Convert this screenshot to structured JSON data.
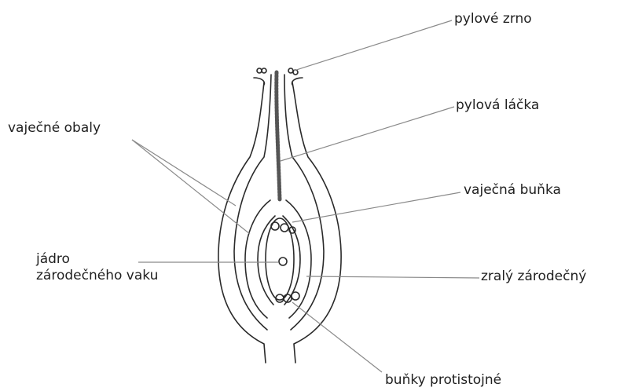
{
  "labels": {
    "pollen_grain": "pylové zrno",
    "pollen_tube": "pylová láčka",
    "integuments": "vaječné obaly",
    "egg_cell": "vaječná buňka",
    "nucleus_line1": "jádro",
    "nucleus_line2": "zárodečného vaku",
    "mature_embryo_sac": "zralý zárodečný",
    "antipodal_cells": "buňky protistojné"
  },
  "colors": {
    "line": "#2a2a2a",
    "leader": "#8a8a8a",
    "text": "#1f1f1f",
    "background": "#ffffff"
  }
}
